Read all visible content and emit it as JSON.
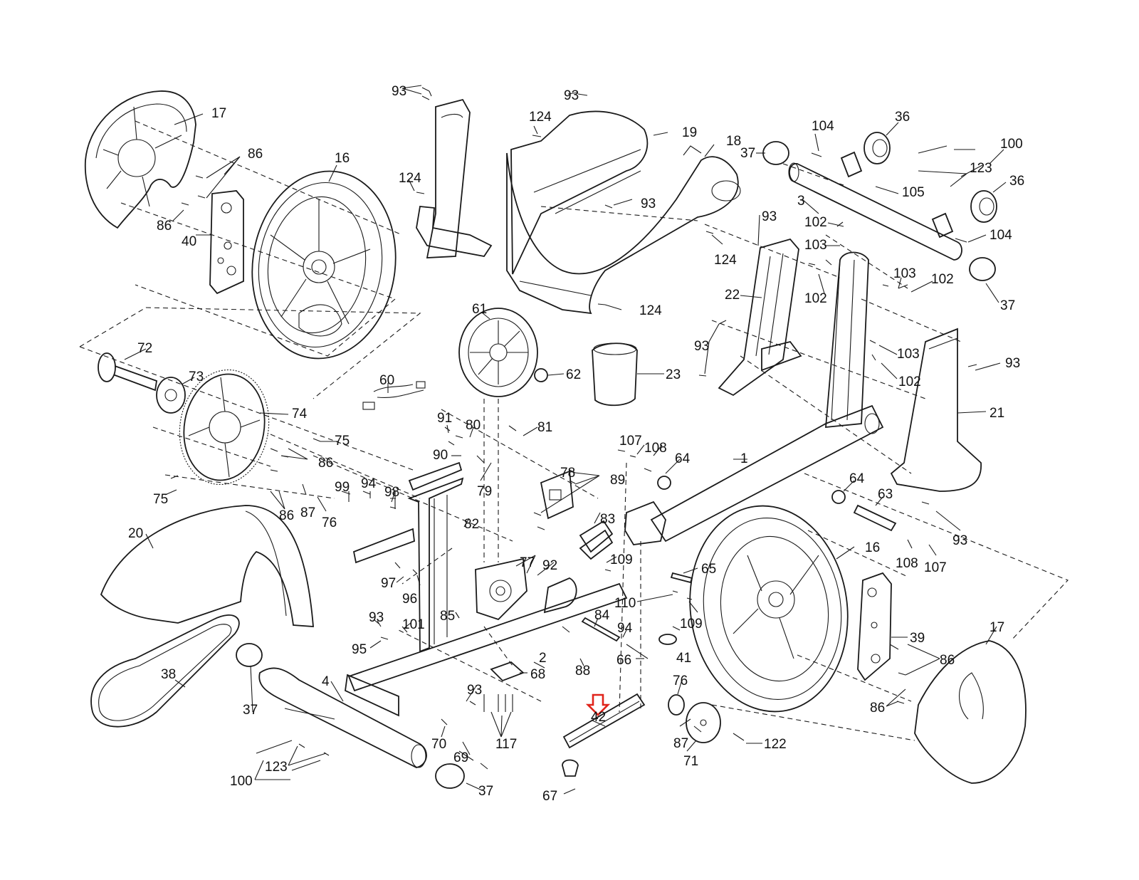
{
  "diagram": {
    "highlight": {
      "label": "42",
      "color": "#e0241b"
    },
    "callouts": [
      {
        "id": "c17a",
        "text": "17"
      },
      {
        "id": "c16a",
        "text": "16"
      },
      {
        "id": "c86a",
        "text": "86"
      },
      {
        "id": "c86b",
        "text": "86"
      },
      {
        "id": "c40",
        "text": "40"
      },
      {
        "id": "c93a",
        "text": "93"
      },
      {
        "id": "c93b",
        "text": "93"
      },
      {
        "id": "c124a",
        "text": "124"
      },
      {
        "id": "c124b",
        "text": "124"
      },
      {
        "id": "c19",
        "text": "19"
      },
      {
        "id": "c18",
        "text": "18"
      },
      {
        "id": "c93c",
        "text": "93"
      },
      {
        "id": "c124c",
        "text": "124"
      },
      {
        "id": "c124d",
        "text": "124"
      },
      {
        "id": "c104a",
        "text": "104"
      },
      {
        "id": "c36a",
        "text": "36"
      },
      {
        "id": "c37a",
        "text": "37"
      },
      {
        "id": "c100a",
        "text": "100"
      },
      {
        "id": "c123a",
        "text": "123"
      },
      {
        "id": "c36b",
        "text": "36"
      },
      {
        "id": "c3",
        "text": "3"
      },
      {
        "id": "c105",
        "text": "105"
      },
      {
        "id": "c104b",
        "text": "104"
      },
      {
        "id": "c102a",
        "text": "102"
      },
      {
        "id": "c103a",
        "text": "103"
      },
      {
        "id": "c102b",
        "text": "102"
      },
      {
        "id": "c103b",
        "text": "103"
      },
      {
        "id": "c102c",
        "text": "102"
      },
      {
        "id": "c37b",
        "text": "37"
      },
      {
        "id": "c93d",
        "text": "93"
      },
      {
        "id": "c22",
        "text": "22"
      },
      {
        "id": "c103c",
        "text": "103"
      },
      {
        "id": "c102d",
        "text": "102"
      },
      {
        "id": "c93e",
        "text": "93"
      },
      {
        "id": "c93f",
        "text": "93"
      },
      {
        "id": "c21",
        "text": "21"
      },
      {
        "id": "c61",
        "text": "61"
      },
      {
        "id": "c62",
        "text": "62"
      },
      {
        "id": "c23",
        "text": "23"
      },
      {
        "id": "c72",
        "text": "72"
      },
      {
        "id": "c73",
        "text": "73"
      },
      {
        "id": "c74",
        "text": "74"
      },
      {
        "id": "c60",
        "text": "60"
      },
      {
        "id": "c91",
        "text": "91"
      },
      {
        "id": "c80",
        "text": "80"
      },
      {
        "id": "c81",
        "text": "81"
      },
      {
        "id": "c90",
        "text": "90"
      },
      {
        "id": "c79",
        "text": "79"
      },
      {
        "id": "c75a",
        "text": "75"
      },
      {
        "id": "c86c",
        "text": "86"
      },
      {
        "id": "c75b",
        "text": "75"
      },
      {
        "id": "c86d",
        "text": "86"
      },
      {
        "id": "c87a",
        "text": "87"
      },
      {
        "id": "c76a",
        "text": "76"
      },
      {
        "id": "c99",
        "text": "99"
      },
      {
        "id": "c94a",
        "text": "94"
      },
      {
        "id": "c98",
        "text": "98"
      },
      {
        "id": "c78",
        "text": "78"
      },
      {
        "id": "c89",
        "text": "89"
      },
      {
        "id": "c107a",
        "text": "107"
      },
      {
        "id": "c108a",
        "text": "108"
      },
      {
        "id": "c64a",
        "text": "64"
      },
      {
        "id": "c1",
        "text": "1"
      },
      {
        "id": "c64b",
        "text": "64"
      },
      {
        "id": "c63",
        "text": "63"
      },
      {
        "id": "c20",
        "text": "20"
      },
      {
        "id": "c82",
        "text": "82"
      },
      {
        "id": "c83",
        "text": "83"
      },
      {
        "id": "c77",
        "text": "77"
      },
      {
        "id": "c92",
        "text": "92"
      },
      {
        "id": "c109a",
        "text": "109"
      },
      {
        "id": "c65",
        "text": "65"
      },
      {
        "id": "c16b",
        "text": "16"
      },
      {
        "id": "c108b",
        "text": "108"
      },
      {
        "id": "c107b",
        "text": "107"
      },
      {
        "id": "c93g",
        "text": "93"
      },
      {
        "id": "c97",
        "text": "97"
      },
      {
        "id": "c96",
        "text": "96"
      },
      {
        "id": "c110",
        "text": "110"
      },
      {
        "id": "c109b",
        "text": "109"
      },
      {
        "id": "c93h",
        "text": "93"
      },
      {
        "id": "c101",
        "text": "101"
      },
      {
        "id": "c85",
        "text": "85"
      },
      {
        "id": "c84",
        "text": "84"
      },
      {
        "id": "c94b",
        "text": "94"
      },
      {
        "id": "c41",
        "text": "41"
      },
      {
        "id": "c39",
        "text": "39"
      },
      {
        "id": "c17b",
        "text": "17"
      },
      {
        "id": "c95",
        "text": "95"
      },
      {
        "id": "c2",
        "text": "2"
      },
      {
        "id": "c88",
        "text": "88"
      },
      {
        "id": "c66",
        "text": "66"
      },
      {
        "id": "c86e",
        "text": "86"
      },
      {
        "id": "c86f",
        "text": "86"
      },
      {
        "id": "c38",
        "text": "38"
      },
      {
        "id": "c4",
        "text": "4"
      },
      {
        "id": "c68",
        "text": "68"
      },
      {
        "id": "c37c",
        "text": "37"
      },
      {
        "id": "c93i",
        "text": "93"
      },
      {
        "id": "c76b",
        "text": "76"
      },
      {
        "id": "c42",
        "text": "42"
      },
      {
        "id": "c70",
        "text": "70"
      },
      {
        "id": "c117",
        "text": "117"
      },
      {
        "id": "c87b",
        "text": "87"
      },
      {
        "id": "c122",
        "text": "122"
      },
      {
        "id": "c123b",
        "text": "123"
      },
      {
        "id": "c69",
        "text": "69"
      },
      {
        "id": "c71",
        "text": "71"
      },
      {
        "id": "c100b",
        "text": "100"
      },
      {
        "id": "c37d",
        "text": "37"
      },
      {
        "id": "c67",
        "text": "67"
      }
    ]
  }
}
